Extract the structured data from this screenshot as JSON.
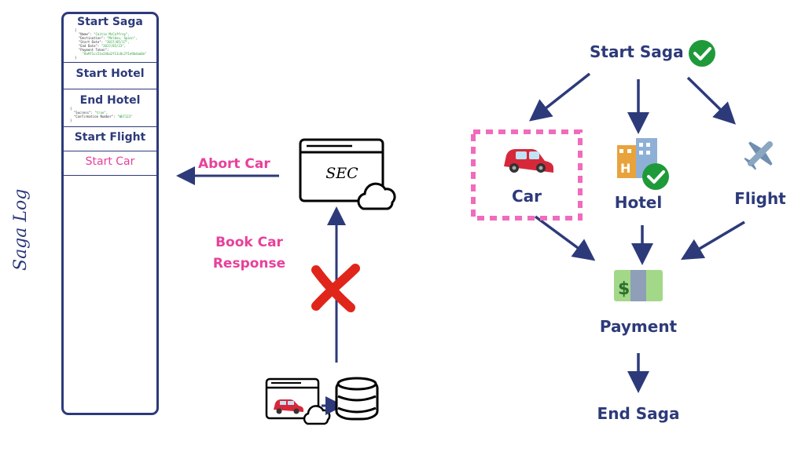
{
  "saga_log": {
    "title": "Saga Log",
    "entries": [
      {
        "label": "Start Saga"
      },
      {
        "label": "Start Hotel"
      },
      {
        "label": "End Hotel"
      },
      {
        "label": "Start Flight"
      },
      {
        "label": "Start Car"
      }
    ],
    "start_saga_payload": [
      "{",
      "  \"Name\": \"Caitie McCaffrey\",",
      "  \"Destination\": \"Melbou, Spain\",",
      "  \"Start Date\": \"2017/05/17\",",
      "  \"End Date\": \"2017/05/23\",",
      "  \"Payment Token\":",
      "    \"0a9f1cc51e24ba2f11c8c2f1e9bdaa0e\"",
      "}"
    ],
    "end_hotel_payload": {
      "open": "{",
      "success_key": "\"Success\": ",
      "success_val": "\"true\",",
      "conf_key": "\"Confirmation Number\": ",
      "conf_val": "\"WEF123\"",
      "close": "}"
    }
  },
  "sec": {
    "label": "SEC",
    "abort_label": "Abort Car",
    "response_label_line1": "Book Car",
    "response_label_line2": "Response"
  },
  "flow": {
    "start": "Start Saga",
    "car": "Car",
    "hotel": "Hotel",
    "flight": "Flight",
    "payment": "Payment",
    "end": "End Saga"
  },
  "colors": {
    "navy": "#2d3a7a",
    "pink": "#e8409b",
    "check_green": "#1f9a3a",
    "fail_red": "#e0251b"
  }
}
